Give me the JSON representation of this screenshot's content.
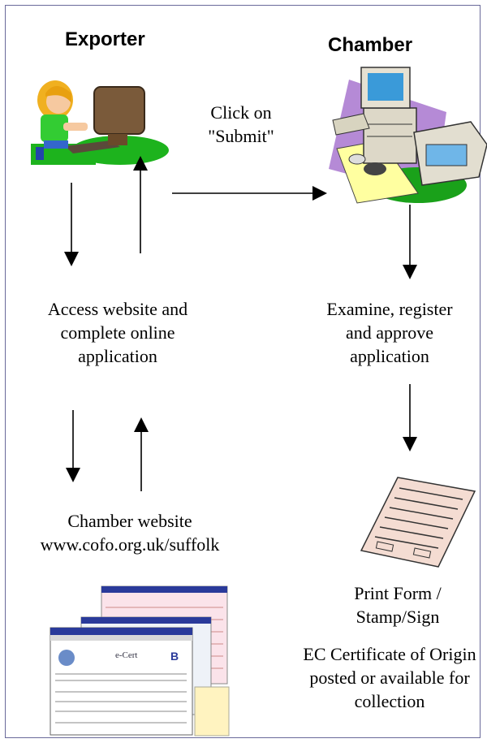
{
  "exporter": {
    "title": "Exporter"
  },
  "chamber": {
    "title": "Chamber"
  },
  "submit_note": {
    "line1": "Click on",
    "line2": "\"Submit\""
  },
  "exporter_step": {
    "line1": "Access website and",
    "line2": "complete online",
    "line3": "application"
  },
  "chamber_step": {
    "line1": "Examine, register",
    "line2": "and approve",
    "line3": "application"
  },
  "website": {
    "line1": "Chamber website",
    "line2": "www.cofo.org.uk/suffolk"
  },
  "print_step": {
    "line1": "Print Form /",
    "line2": "Stamp/Sign"
  },
  "certificate_step": {
    "line1": "EC Certificate of Origin",
    "line2": "posted or available for",
    "line3": "collection"
  },
  "screenshot_art": {
    "logo_text": "e-Cert"
  }
}
